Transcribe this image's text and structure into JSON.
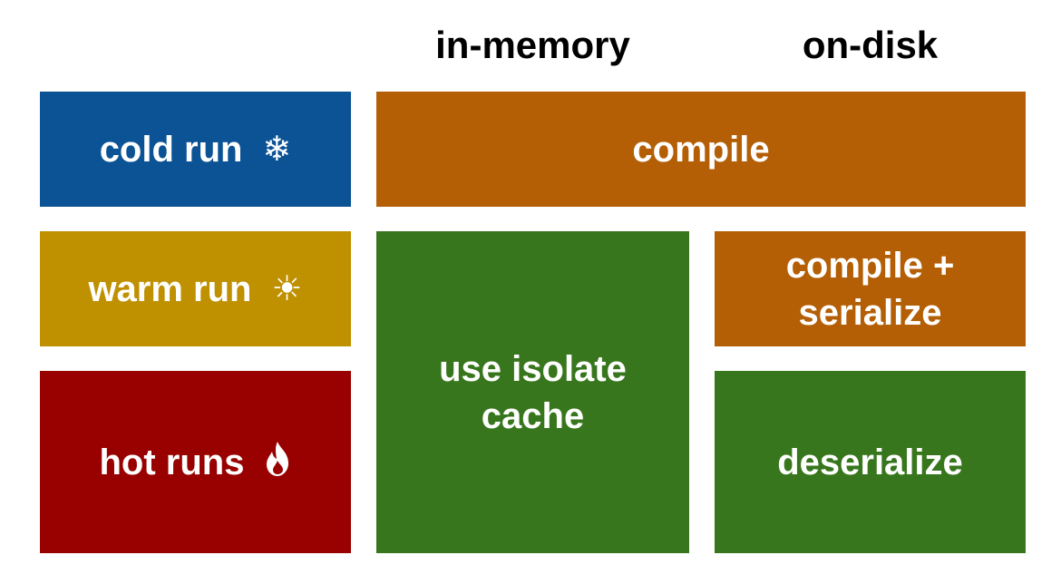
{
  "headers": {
    "in_memory": "in-memory",
    "on_disk": "on-disk"
  },
  "rows": {
    "cold": {
      "label": "cold run",
      "icon": "snowflake-icon",
      "glyph": "❄"
    },
    "warm": {
      "label": "warm run",
      "icon": "sun-icon",
      "glyph": "☀"
    },
    "hot": {
      "label": "hot runs",
      "icon": "fire-icon",
      "glyph": "🔥"
    }
  },
  "cells": {
    "compile": "compile",
    "use_isolate_cache": "use isolate\ncache",
    "compile_serialize": "compile +\nserialize",
    "deserialize": "deserialize"
  },
  "colors": {
    "cold": "#0b5394",
    "warm": "#bf9000",
    "hot": "#990000",
    "compile": "#b45f06",
    "cache": "#38761d"
  }
}
